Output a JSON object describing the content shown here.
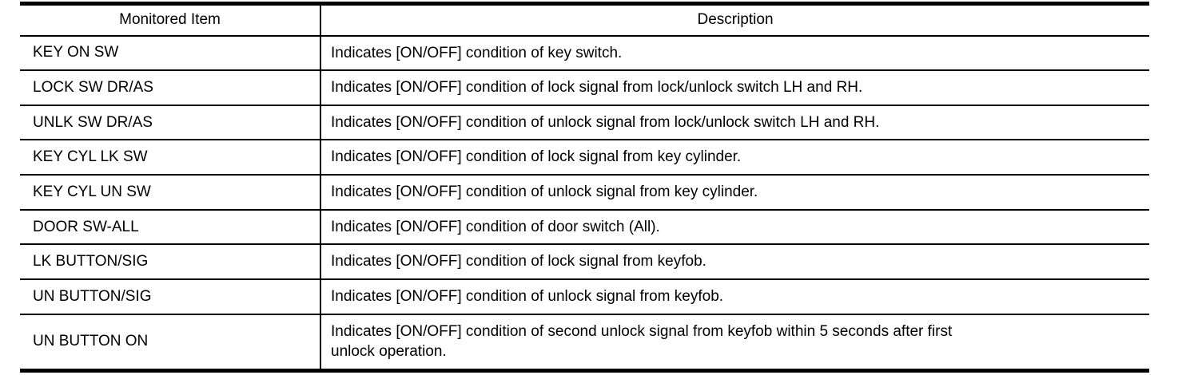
{
  "page": {
    "background_color": "#ffffff",
    "text_color": "#000000",
    "rule_color": "#000000"
  },
  "table": {
    "columns": [
      {
        "label": "Monitored Item"
      },
      {
        "label": "Description"
      }
    ],
    "rows": [
      {
        "item": "KEY ON SW",
        "description": "Indicates [ON/OFF] condition of key switch."
      },
      {
        "item": "LOCK SW DR/AS",
        "description": "Indicates [ON/OFF] condition of lock signal from lock/unlock switch LH and RH."
      },
      {
        "item": "UNLK SW DR/AS",
        "description": "Indicates [ON/OFF] condition of unlock signal from lock/unlock switch LH and RH."
      },
      {
        "item": "KEY CYL LK SW",
        "description": "Indicates [ON/OFF] condition of lock signal from key cylinder."
      },
      {
        "item": "KEY CYL UN SW",
        "description": "Indicates [ON/OFF] condition of unlock signal from key cylinder."
      },
      {
        "item": "DOOR SW-ALL",
        "description": "Indicates [ON/OFF] condition of door switch (All)."
      },
      {
        "item": "LK BUTTON/SIG",
        "description": "Indicates [ON/OFF] condition of lock signal from keyfob."
      },
      {
        "item": "UN BUTTON/SIG",
        "description": "Indicates [ON/OFF] condition of unlock signal from keyfob."
      },
      {
        "item": "UN BUTTON ON",
        "description": "Indicates [ON/OFF] condition of second unlock signal from keyfob within 5 seconds after first\nunlock operation."
      }
    ]
  }
}
